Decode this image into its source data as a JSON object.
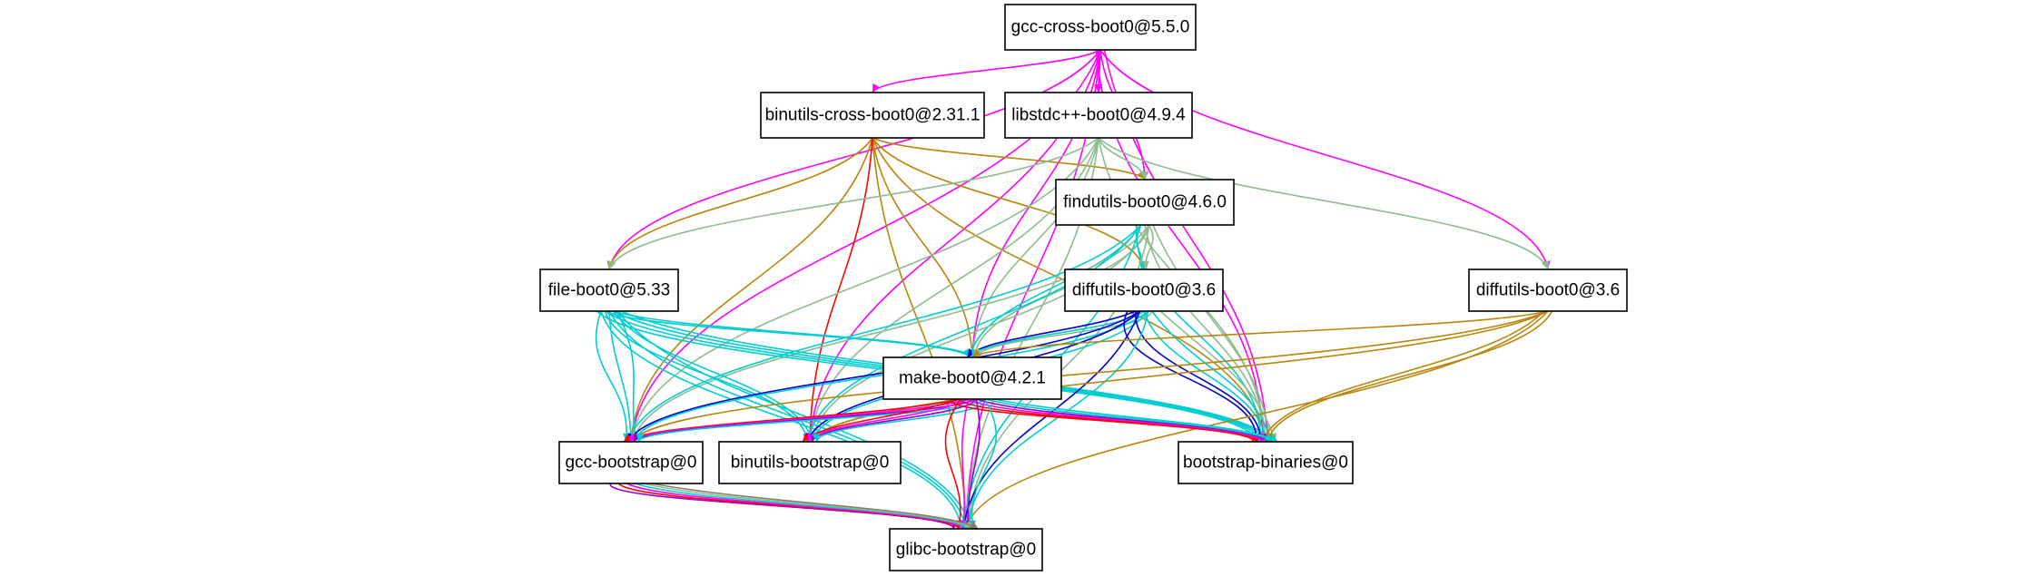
{
  "colors": {
    "magenta": "#ff00ff",
    "gold": "#b8860b",
    "sage": "#8fbc8f",
    "cyan": "#00ced1",
    "blue": "#0000cd",
    "red": "#ff0000",
    "purple": "#9400d3",
    "gray": "#8b7d6b"
  },
  "nodes": [
    {
      "id": "gcc_cross",
      "label": "gcc-cross-boot0@5.5.0"
    },
    {
      "id": "binutils_cross",
      "label": "binutils-cross-boot0@2.31.1"
    },
    {
      "id": "libstdcpp",
      "label": "libstdc++-boot0@4.9.4"
    },
    {
      "id": "findutils",
      "label": "findutils-boot0@4.6.0"
    },
    {
      "id": "file",
      "label": "file-boot0@5.33"
    },
    {
      "id": "diffutils_a",
      "label": "diffutils-boot0@3.6"
    },
    {
      "id": "diffutils_b",
      "label": "diffutils-boot0@3.6"
    },
    {
      "id": "make",
      "label": "make-boot0@4.2.1"
    },
    {
      "id": "gcc_bootstrap",
      "label": "gcc-bootstrap@0"
    },
    {
      "id": "binutils_bootstrap",
      "label": "binutils-bootstrap@0"
    },
    {
      "id": "bootstrap_binaries",
      "label": "bootstrap-binaries@0"
    },
    {
      "id": "glibc_bootstrap",
      "label": "glibc-bootstrap@0"
    }
  ],
  "edges": [
    {
      "from": "gcc_cross",
      "to": "binutils_cross",
      "color": "magenta"
    },
    {
      "from": "gcc_cross",
      "to": "libstdcpp",
      "color": "magenta"
    },
    {
      "from": "gcc_cross",
      "to": "findutils",
      "color": "magenta"
    },
    {
      "from": "gcc_cross",
      "to": "file",
      "color": "magenta"
    },
    {
      "from": "gcc_cross",
      "to": "diffutils_b",
      "color": "magenta"
    },
    {
      "from": "gcc_cross",
      "to": "make",
      "color": "magenta"
    },
    {
      "from": "gcc_cross",
      "to": "gcc_bootstrap",
      "color": "magenta"
    },
    {
      "from": "gcc_cross",
      "to": "binutils_bootstrap",
      "color": "magenta"
    },
    {
      "from": "gcc_cross",
      "to": "bootstrap_binaries",
      "color": "magenta"
    },
    {
      "from": "gcc_cross",
      "to": "bootstrap_binaries",
      "color": "magenta"
    },
    {
      "from": "gcc_cross",
      "to": "glibc_bootstrap",
      "color": "magenta"
    },
    {
      "from": "binutils_cross",
      "to": "findutils",
      "color": "gold"
    },
    {
      "from": "binutils_cross",
      "to": "file",
      "color": "gold"
    },
    {
      "from": "binutils_cross",
      "to": "diffutils_a",
      "color": "gold"
    },
    {
      "from": "binutils_cross",
      "to": "make",
      "color": "gold"
    },
    {
      "from": "binutils_cross",
      "to": "gcc_bootstrap",
      "color": "gold"
    },
    {
      "from": "binutils_cross",
      "to": "bootstrap_binaries",
      "color": "gold"
    },
    {
      "from": "binutils_cross",
      "to": "glibc_bootstrap",
      "color": "gold"
    },
    {
      "from": "binutils_cross",
      "to": "binutils_bootstrap",
      "color": "red"
    },
    {
      "from": "libstdcpp",
      "to": "findutils",
      "color": "sage"
    },
    {
      "from": "libstdcpp",
      "to": "file",
      "color": "sage"
    },
    {
      "from": "libstdcpp",
      "to": "diffutils_b",
      "color": "sage"
    },
    {
      "from": "libstdcpp",
      "to": "make",
      "color": "sage"
    },
    {
      "from": "libstdcpp",
      "to": "gcc_bootstrap",
      "color": "sage"
    },
    {
      "from": "libstdcpp",
      "to": "binutils_bootstrap",
      "color": "sage"
    },
    {
      "from": "libstdcpp",
      "to": "bootstrap_binaries",
      "color": "sage"
    },
    {
      "from": "libstdcpp",
      "to": "glibc_bootstrap",
      "color": "sage"
    },
    {
      "from": "findutils",
      "to": "diffutils_a",
      "color": "cyan"
    },
    {
      "from": "findutils",
      "to": "diffutils_a",
      "color": "sage"
    },
    {
      "from": "findutils",
      "to": "make",
      "color": "cyan"
    },
    {
      "from": "findutils",
      "to": "make",
      "color": "sage"
    },
    {
      "from": "findutils",
      "to": "gcc_bootstrap",
      "color": "cyan"
    },
    {
      "from": "findutils",
      "to": "gcc_bootstrap",
      "color": "sage"
    },
    {
      "from": "findutils",
      "to": "binutils_bootstrap",
      "color": "cyan"
    },
    {
      "from": "findutils",
      "to": "binutils_bootstrap",
      "color": "sage"
    },
    {
      "from": "findutils",
      "to": "bootstrap_binaries",
      "color": "cyan"
    },
    {
      "from": "findutils",
      "to": "bootstrap_binaries",
      "color": "sage"
    },
    {
      "from": "findutils",
      "to": "bootstrap_binaries",
      "color": "sage"
    },
    {
      "from": "findutils",
      "to": "glibc_bootstrap",
      "color": "cyan"
    },
    {
      "from": "findutils",
      "to": "glibc_bootstrap",
      "color": "sage"
    },
    {
      "from": "file",
      "to": "make",
      "color": "cyan"
    },
    {
      "from": "file",
      "to": "make",
      "color": "cyan"
    },
    {
      "from": "file",
      "to": "gcc_bootstrap",
      "color": "cyan"
    },
    {
      "from": "file",
      "to": "gcc_bootstrap",
      "color": "cyan"
    },
    {
      "from": "file",
      "to": "gcc_bootstrap",
      "color": "cyan"
    },
    {
      "from": "file",
      "to": "binutils_bootstrap",
      "color": "cyan"
    },
    {
      "from": "file",
      "to": "binutils_bootstrap",
      "color": "cyan"
    },
    {
      "from": "file",
      "to": "bootstrap_binaries",
      "color": "cyan"
    },
    {
      "from": "file",
      "to": "bootstrap_binaries",
      "color": "cyan"
    },
    {
      "from": "file",
      "to": "bootstrap_binaries",
      "color": "cyan"
    },
    {
      "from": "file",
      "to": "bootstrap_binaries",
      "color": "cyan"
    },
    {
      "from": "file",
      "to": "glibc_bootstrap",
      "color": "cyan"
    },
    {
      "from": "file",
      "to": "glibc_bootstrap",
      "color": "cyan"
    },
    {
      "from": "file",
      "to": "glibc_bootstrap",
      "color": "cyan"
    },
    {
      "from": "diffutils_a",
      "to": "make",
      "color": "blue"
    },
    {
      "from": "diffutils_a",
      "to": "make",
      "color": "cyan"
    },
    {
      "from": "diffutils_a",
      "to": "make",
      "color": "sage"
    },
    {
      "from": "diffutils_a",
      "to": "gcc_bootstrap",
      "color": "blue"
    },
    {
      "from": "diffutils_a",
      "to": "gcc_bootstrap",
      "color": "cyan"
    },
    {
      "from": "diffutils_a",
      "to": "binutils_bootstrap",
      "color": "blue"
    },
    {
      "from": "diffutils_a",
      "to": "binutils_bootstrap",
      "color": "cyan"
    },
    {
      "from": "diffutils_a",
      "to": "bootstrap_binaries",
      "color": "blue"
    },
    {
      "from": "diffutils_a",
      "to": "bootstrap_binaries",
      "color": "blue"
    },
    {
      "from": "diffutils_a",
      "to": "bootstrap_binaries",
      "color": "cyan"
    },
    {
      "from": "diffutils_a",
      "to": "bootstrap_binaries",
      "color": "cyan"
    },
    {
      "from": "diffutils_a",
      "to": "bootstrap_binaries",
      "color": "sage"
    },
    {
      "from": "diffutils_a",
      "to": "glibc_bootstrap",
      "color": "blue"
    },
    {
      "from": "diffutils_a",
      "to": "glibc_bootstrap",
      "color": "cyan"
    },
    {
      "from": "diffutils_b",
      "to": "make",
      "color": "gold"
    },
    {
      "from": "diffutils_b",
      "to": "gcc_bootstrap",
      "color": "gold"
    },
    {
      "from": "diffutils_b",
      "to": "binutils_bootstrap",
      "color": "gold"
    },
    {
      "from": "diffutils_b",
      "to": "bootstrap_binaries",
      "color": "gold"
    },
    {
      "from": "diffutils_b",
      "to": "bootstrap_binaries",
      "color": "gold"
    },
    {
      "from": "diffutils_b",
      "to": "glibc_bootstrap",
      "color": "gold"
    },
    {
      "from": "make",
      "to": "gcc_bootstrap",
      "color": "red"
    },
    {
      "from": "make",
      "to": "gcc_bootstrap",
      "color": "magenta"
    },
    {
      "from": "make",
      "to": "gcc_bootstrap",
      "color": "purple"
    },
    {
      "from": "make",
      "to": "gcc_bootstrap",
      "color": "cyan"
    },
    {
      "from": "make",
      "to": "binutils_bootstrap",
      "color": "red"
    },
    {
      "from": "make",
      "to": "binutils_bootstrap",
      "color": "magenta"
    },
    {
      "from": "make",
      "to": "binutils_bootstrap",
      "color": "purple"
    },
    {
      "from": "make",
      "to": "binutils_bootstrap",
      "color": "cyan"
    },
    {
      "from": "make",
      "to": "bootstrap_binaries",
      "color": "red"
    },
    {
      "from": "make",
      "to": "bootstrap_binaries",
      "color": "red"
    },
    {
      "from": "make",
      "to": "bootstrap_binaries",
      "color": "magenta"
    },
    {
      "from": "make",
      "to": "bootstrap_binaries",
      "color": "purple"
    },
    {
      "from": "make",
      "to": "bootstrap_binaries",
      "color": "cyan"
    },
    {
      "from": "make",
      "to": "bootstrap_binaries",
      "color": "cyan"
    },
    {
      "from": "make",
      "to": "glibc_bootstrap",
      "color": "red"
    },
    {
      "from": "make",
      "to": "glibc_bootstrap",
      "color": "magenta"
    },
    {
      "from": "make",
      "to": "glibc_bootstrap",
      "color": "purple"
    },
    {
      "from": "make",
      "to": "glibc_bootstrap",
      "color": "cyan"
    },
    {
      "from": "gcc_bootstrap",
      "to": "glibc_bootstrap",
      "color": "purple"
    },
    {
      "from": "gcc_bootstrap",
      "to": "glibc_bootstrap",
      "color": "red"
    },
    {
      "from": "gcc_bootstrap",
      "to": "glibc_bootstrap",
      "color": "magenta"
    },
    {
      "from": "gcc_bootstrap",
      "to": "glibc_bootstrap",
      "color": "cyan"
    },
    {
      "from": "gcc_bootstrap",
      "to": "glibc_bootstrap",
      "color": "sage"
    },
    {
      "from": "gcc_bootstrap",
      "to": "glibc_bootstrap",
      "color": "gray"
    }
  ]
}
